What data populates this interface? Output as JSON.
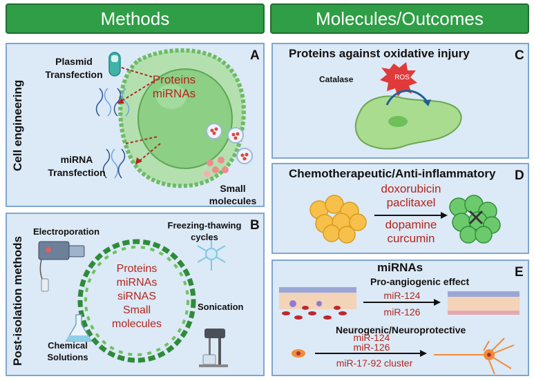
{
  "headers": {
    "methods": "Methods",
    "molecules": "Molecules/Outcomes"
  },
  "panel_a": {
    "letter": "A",
    "side_label": "Cell engineering",
    "plasmid": [
      "Plasmid",
      "Transfection"
    ],
    "mirna_transfection": [
      "miRNA",
      "Transfection"
    ],
    "cargo": [
      "Proteins",
      "miRNAs"
    ],
    "small_molecules": [
      "Small",
      "molecules"
    ]
  },
  "panel_b": {
    "letter": "B",
    "side_label": "Post-isolation methods",
    "electroporation": "Electroporation",
    "freezing": [
      "Freezing-thawing",
      "cycles"
    ],
    "sonication": "Sonication",
    "chemical": [
      "Chemical",
      "Solutions"
    ],
    "cargo": [
      "Proteins",
      "miRNAs",
      "siRNAS",
      "Small",
      "molecules"
    ]
  },
  "panel_c": {
    "letter": "C",
    "title": "Proteins against oxidative injury",
    "catalase": "Catalase",
    "ros": "ROS"
  },
  "panel_d": {
    "letter": "D",
    "title": "Chemotherapeutic/Anti-inflammatory",
    "drugs_top": [
      "doxorubicin",
      "paclitaxel"
    ],
    "drugs_bottom": [
      "dopamine",
      "curcumin"
    ]
  },
  "panel_e": {
    "letter": "E",
    "title": "miRNAs",
    "pro_angiogenic": "Pro-angiogenic effect",
    "angio_top": "miR-124",
    "angio_bottom": "miR-126",
    "neurogenic": "Neurogenic/Neuroprotective",
    "neuro_top": [
      "miR-124",
      "miR-126"
    ],
    "neuro_bottom": "miR-17-92 cluster"
  },
  "colors": {
    "header_green": "#2f9e46",
    "panel_blue": "#dce9f6",
    "label_red": "#b3261e"
  }
}
